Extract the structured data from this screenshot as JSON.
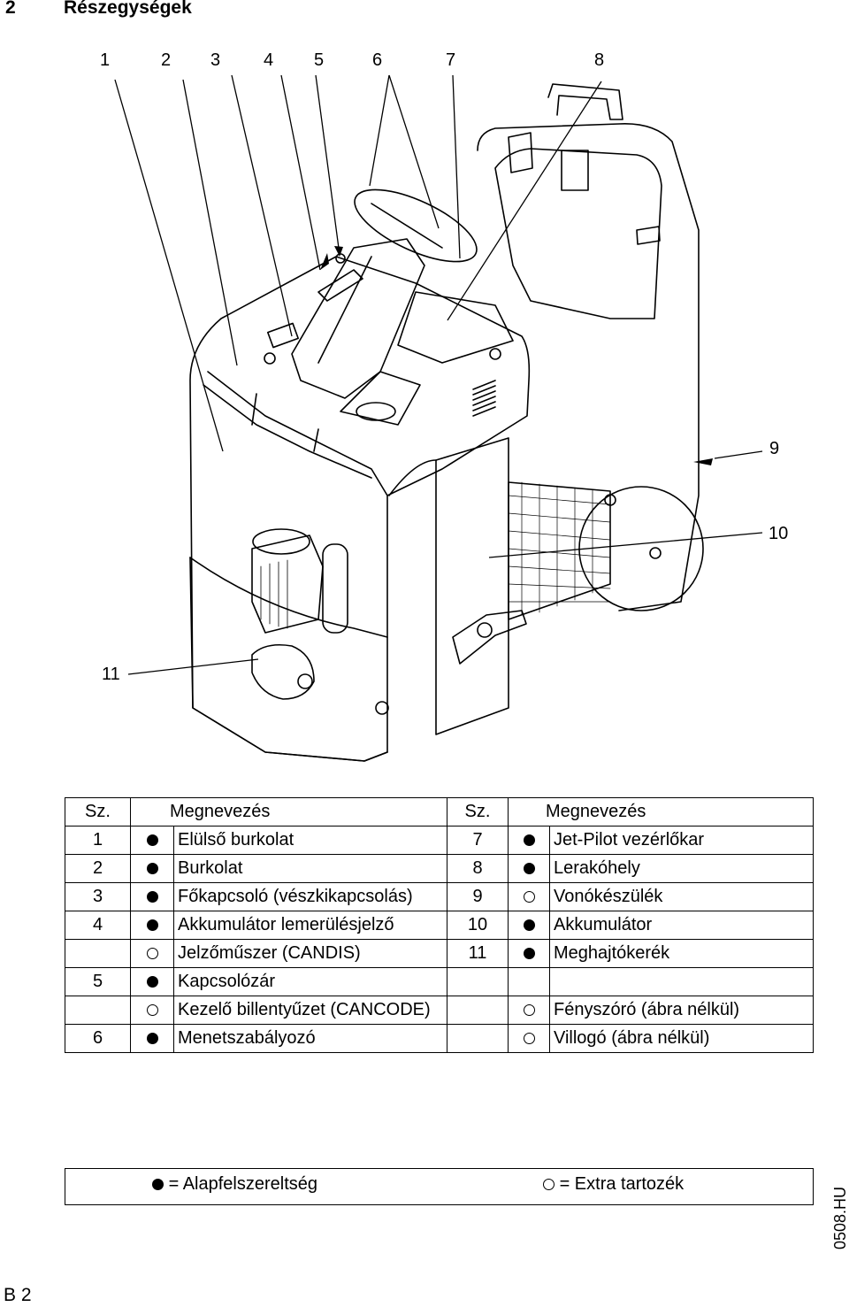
{
  "header": {
    "section_number": "2",
    "section_title": "Részegységek"
  },
  "callouts": [
    "1",
    "2",
    "3",
    "4",
    "5",
    "6",
    "7",
    "8",
    "9",
    "10",
    "11"
  ],
  "table": {
    "headers": {
      "num": "Sz.",
      "name": "Megnevezés"
    },
    "rows": [
      {
        "l": {
          "num": "1",
          "dot": "full",
          "name": "Elülső burkolat"
        },
        "r": {
          "num": "7",
          "dot": "full",
          "name": "Jet-Pilot vezérlőkar"
        }
      },
      {
        "l": {
          "num": "2",
          "dot": "full",
          "name": "Burkolat"
        },
        "r": {
          "num": "8",
          "dot": "full",
          "name": "Lerakóhely"
        }
      },
      {
        "l": {
          "num": "3",
          "dot": "full",
          "name": "Főkapcsoló (vészkikapcsolás)"
        },
        "r": {
          "num": "9",
          "dot": "empty",
          "name": "Vonókészülék"
        }
      },
      {
        "l": {
          "num": "4",
          "dot": "full",
          "name": "Akkumulátor lemerülésjelző"
        },
        "r": {
          "num": "10",
          "dot": "full",
          "name": "Akkumulátor"
        }
      },
      {
        "l": {
          "num": "",
          "dot": "empty",
          "name": "Jelzőműszer (CANDIS)"
        },
        "r": {
          "num": "11",
          "dot": "full",
          "name": "Meghajtókerék"
        }
      },
      {
        "l": {
          "num": "5",
          "dot": "full",
          "name": "Kapcsolózár"
        },
        "r": {
          "num": "",
          "dot": "",
          "name": ""
        }
      },
      {
        "l": {
          "num": "",
          "dot": "empty",
          "name": "Kezelő billentyűzet (CANCODE)"
        },
        "r": {
          "num": "",
          "dot": "empty",
          "name": "Fényszóró (ábra nélkül)"
        }
      },
      {
        "l": {
          "num": "6",
          "dot": "full",
          "name": "Menetszabályozó"
        },
        "r": {
          "num": "",
          "dot": "empty",
          "name": "Villogó (ábra nélkül)"
        }
      }
    ]
  },
  "legend": {
    "standard": "= Alapfelszereltség",
    "extra": "= Extra tartozék"
  },
  "footer": {
    "doc_code": "0508.HU",
    "page": "B 2"
  }
}
